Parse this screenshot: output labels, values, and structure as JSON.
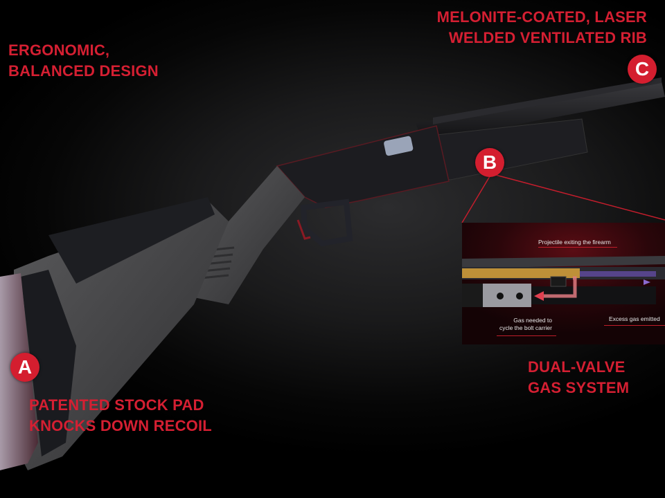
{
  "callouts": {
    "design": {
      "line1": "ERGONOMIC,",
      "line2": "BALANCED DESIGN"
    },
    "rib": {
      "line1": "MELONITE-COATED, LASER",
      "line2": "WELDED VENTILATED RIB",
      "badge": "C"
    },
    "gas": {
      "line1": "DUAL-VALVE",
      "line2": "GAS SYSTEM",
      "badge": "B"
    },
    "stock": {
      "line1": "PATENTED STOCK PAD",
      "line2": "KNOCKS DOWN RECOIL",
      "badge": "A"
    }
  },
  "gas_diagram": {
    "projectile_caption": "Projectile exiting the firearm",
    "gas_needed_line1": "Gas needed to",
    "gas_needed_line2": "cycle the bolt carrier",
    "excess_gas_caption": "Excess gas emitted"
  },
  "colors": {
    "accent": "#d51f32",
    "background": "#000000",
    "stock": "#4a4a4c",
    "receiver": "#1c1c20"
  }
}
